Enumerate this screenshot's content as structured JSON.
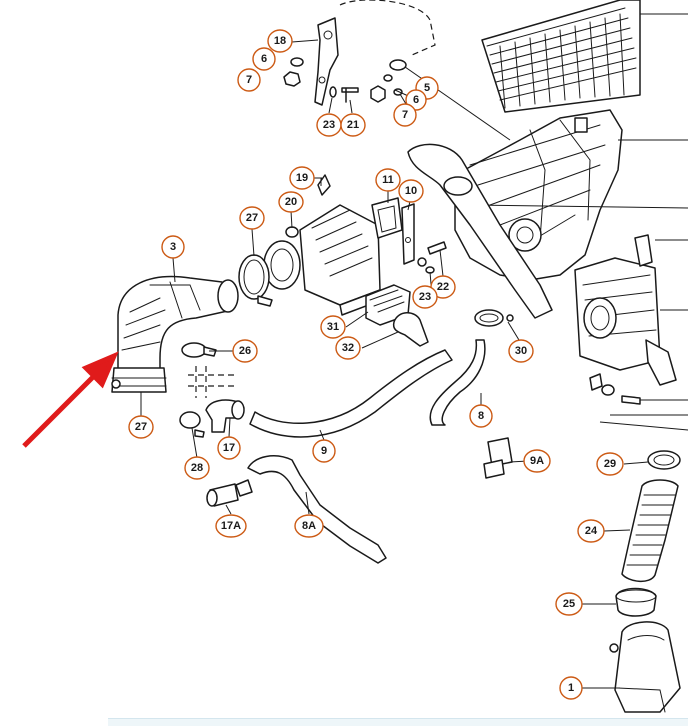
{
  "callouts": {
    "c18": "18",
    "c6a": "6",
    "c7a": "7",
    "c23a": "23",
    "c21": "21",
    "c5": "5",
    "c6b": "6",
    "c7b": "7",
    "c19": "19",
    "c20": "20",
    "c11": "11",
    "c10": "10",
    "c27a": "27",
    "c3": "3",
    "c22": "22",
    "c23b": "23",
    "c31": "31",
    "c32": "32",
    "c26": "26",
    "c30": "30",
    "c27b": "27",
    "c17": "17",
    "c28": "28",
    "c9": "9",
    "c8": "8",
    "c9a": "9A",
    "c29": "29",
    "c17a": "17A",
    "c8a": "8A",
    "c24": "24",
    "c25": "25",
    "c1": "1"
  },
  "colors": {
    "badge_outline": "#cc5a14",
    "arrow": "#e01b1b",
    "line_art": "#1a1a1a"
  }
}
